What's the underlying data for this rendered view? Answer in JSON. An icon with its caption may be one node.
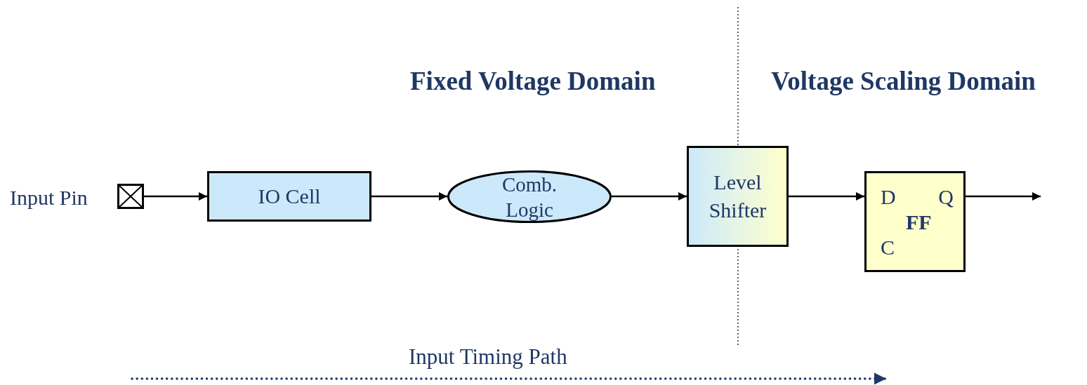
{
  "diagram": {
    "nodes": [
      {
        "text": [],
        "shape": "box",
        "beside": [
          "Input Pin"
        ]
      },
      {
        "text": [
          "IO Cell"
        ]
      },
      {
        "text": [
          "Comb. Logic"
        ]
      },
      {
        "text": [
          "Level Shifter"
        ]
      },
      {
        "text": [
          "D",
          "Q",
          "FF",
          "C"
        ]
      }
    ],
    "edges": [
      {
        "from": 0,
        "to": 1,
        "arrow": "to"
      },
      {
        "from": 1,
        "to": 2,
        "arrow": "to"
      },
      {
        "from": 2,
        "to": 3,
        "arrow": "to"
      },
      {
        "from": 3,
        "to": 4,
        "arrow": "to"
      },
      {
        "from": 4,
        "to": null,
        "arrow": "to"
      }
    ],
    "labels": [
      "Fixed Voltage Domain",
      "Voltage Scaling Domain",
      "Input Timing Path"
    ]
  }
}
